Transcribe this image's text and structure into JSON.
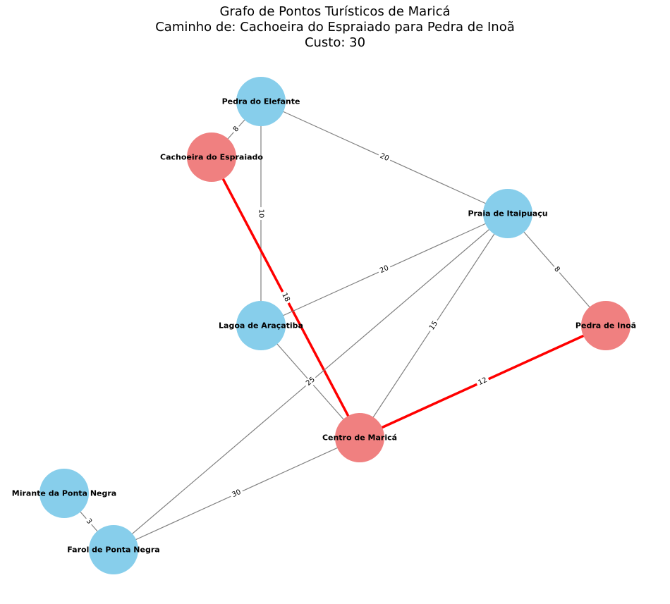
{
  "title": {
    "line1": "Grafo de Pontos Turísticos de Maricá",
    "line2": "Caminho de: Cachoeira do Espraiado para Pedra de Inoã",
    "line3": "Custo: 30"
  },
  "colors": {
    "node_default": "#87CEEB",
    "node_path": "#F08080",
    "edge_default": "#808080",
    "edge_path": "#FF0000"
  },
  "nodes": [
    {
      "id": "pedra_elefante",
      "label": "Pedra do Elefante",
      "on_path": false
    },
    {
      "id": "cachoeira",
      "label": "Cachoeira do Espraiado",
      "on_path": true
    },
    {
      "id": "itaipuacu",
      "label": "Praia de Itaipuaçu",
      "on_path": false
    },
    {
      "id": "aracatiba",
      "label": "Lagoa de Araçatiba",
      "on_path": false
    },
    {
      "id": "inoa",
      "label": "Pedra de Inoã",
      "on_path": true
    },
    {
      "id": "centro",
      "label": "Centro de Maricá",
      "on_path": true
    },
    {
      "id": "mirante",
      "label": "Mirante da Ponta Negra",
      "on_path": false
    },
    {
      "id": "farol",
      "label": "Farol de Ponta Negra",
      "on_path": false
    }
  ],
  "edges": [
    {
      "from": "pedra_elefante",
      "to": "cachoeira",
      "weight": "8",
      "on_path": false
    },
    {
      "from": "pedra_elefante",
      "to": "itaipuacu",
      "weight": "20",
      "on_path": false
    },
    {
      "from": "pedra_elefante",
      "to": "aracatiba",
      "weight": "10",
      "on_path": false
    },
    {
      "from": "cachoeira",
      "to": "centro",
      "weight": "18",
      "on_path": true
    },
    {
      "from": "itaipuacu",
      "to": "aracatiba",
      "weight": "20",
      "on_path": false
    },
    {
      "from": "itaipuacu",
      "to": "inoa",
      "weight": "8",
      "on_path": false
    },
    {
      "from": "itaipuacu",
      "to": "centro",
      "weight": "15",
      "on_path": false
    },
    {
      "from": "itaipuacu",
      "to": "farol",
      "weight": "25",
      "on_path": false
    },
    {
      "from": "aracatiba",
      "to": "centro",
      "weight": "",
      "on_path": false
    },
    {
      "from": "inoa",
      "to": "centro",
      "weight": "12",
      "on_path": true
    },
    {
      "from": "centro",
      "to": "farol",
      "weight": "30",
      "on_path": false
    },
    {
      "from": "mirante",
      "to": "farol",
      "weight": "3",
      "on_path": false
    }
  ]
}
